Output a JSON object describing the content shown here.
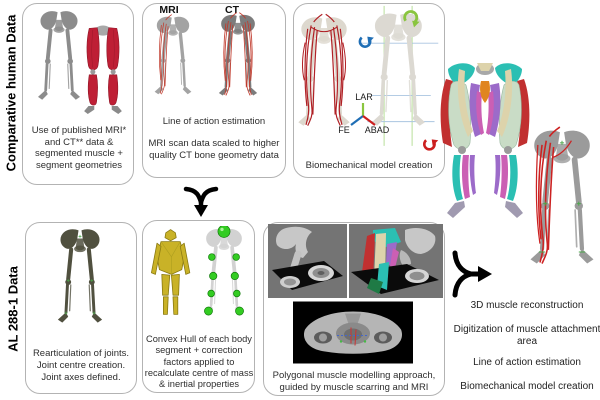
{
  "figure": {
    "rows": {
      "top_label": "Comparative human Data",
      "bottom_label": "AL 288-1 Data"
    },
    "top_row": {
      "panel_published": {
        "caption": "Use of published MRI* and CT** data & segmented muscle + segment geometries"
      },
      "panel_scaling": {
        "mri_label": "MRI",
        "ct_label": "CT",
        "caption_line_of_action": "Line of action estimation",
        "caption_scaling": "MRI scan data scaled to higher quality CT bone geometry data"
      },
      "panel_biomech": {
        "axis_lar": "LAR",
        "axis_fe": "FE",
        "axis_abad": "ABAD",
        "caption": "Biomechanical model creation"
      }
    },
    "bottom_row": {
      "panel_rearticulation": {
        "caption_lines": [
          "Rearticulation of joints.",
          "Joint centre creation.",
          "Joint axes defined."
        ]
      },
      "panel_convex_hull": {
        "caption": "Convex Hull of each body segment + correction factors applied to recalculate centre of mass & inertial properties"
      },
      "panel_polygonal": {
        "caption": "Polygonal muscle modelling approach, guided by muscle scarring and MRI"
      }
    },
    "output_steps": [
      "3D muscle reconstruction",
      "Digitization of muscle attachment area",
      "Line of action estimation",
      "Biomechanical model creation"
    ]
  },
  "colors": {
    "muscle_red": "#be1f35",
    "skeleton_gray": "#8c8c8c",
    "dark_bone": "#50503f",
    "hull_yellow": "#c9b227",
    "sphere_green": "#33cc22",
    "teal": "#2bbfb3",
    "purple": "#9c6bc9",
    "magenta": "#cb5fb4",
    "cream": "#ddd3ab",
    "orange": "#e0851f",
    "axis_green": "#8ac53f",
    "axis_blue": "#1f6eb5",
    "axis_red": "#cc1f1f",
    "panel_border": "#b3b3b3"
  }
}
